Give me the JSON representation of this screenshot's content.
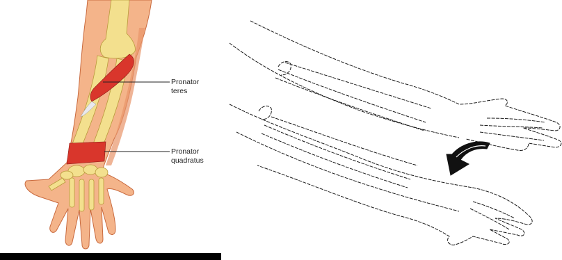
{
  "labels": {
    "pronator_teres_line1": "Pronator",
    "pronator_teres_line2": "teres",
    "pronator_quadratus_line1": "Pronator",
    "pronator_quadratus_line2": "quadratus"
  },
  "colors": {
    "skin": "#f4b48a",
    "skin_shadow": "#e8946a",
    "skin_outline": "#c96a3e",
    "bone": "#f3e08e",
    "bone_outline": "#b89a3a",
    "muscle": "#d9362c",
    "tendon": "#e9e9ee",
    "line_art": "#1a1a1a",
    "arrow": "#111111"
  }
}
